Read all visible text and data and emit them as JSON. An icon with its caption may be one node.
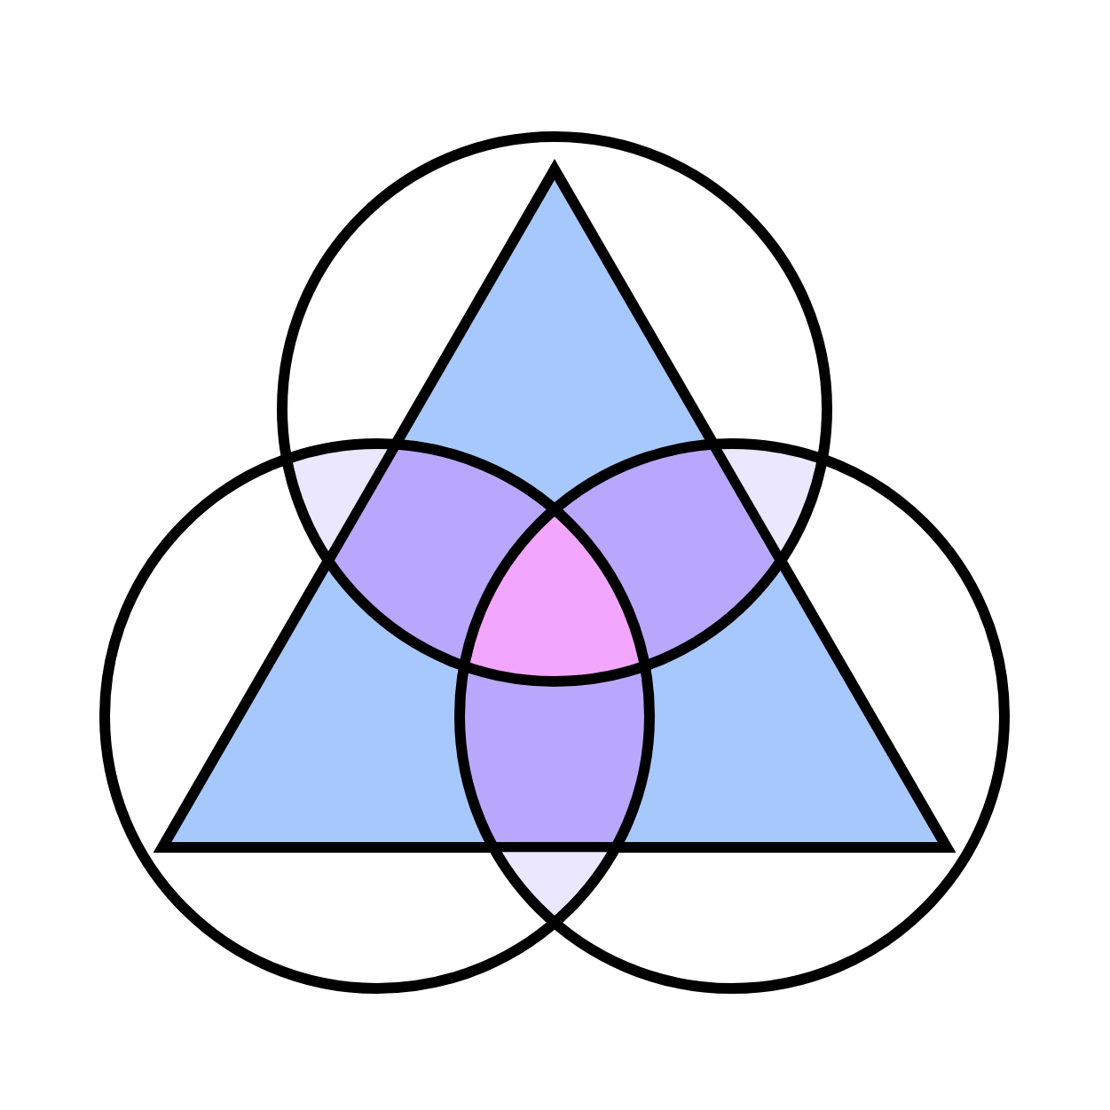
{
  "diagram": {
    "nodes": [
      {
        "text": [],
        "shape": "triangle"
      },
      {
        "text": [],
        "shape": "circle"
      },
      {
        "text": [],
        "shape": "circle"
      },
      {
        "text": [],
        "shape": "circle"
      }
    ]
  }
}
